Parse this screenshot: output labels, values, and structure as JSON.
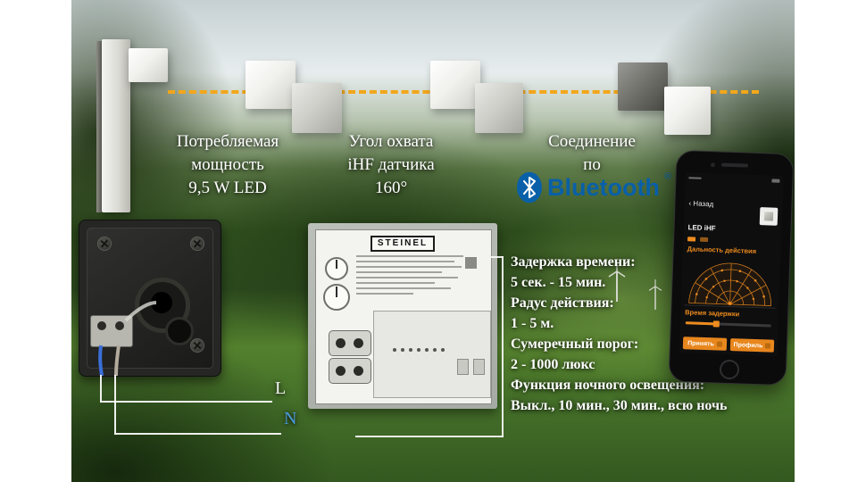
{
  "features": [
    {
      "line1": "Потребляемая",
      "line2": "мощность",
      "line3": "9,5 W LED"
    },
    {
      "line1": "Угол охвата",
      "line2": "iHF датчика",
      "line3": "160°"
    },
    {
      "line1": "Соединение",
      "line2": "по"
    }
  ],
  "bluetooth": {
    "wordmark": "Bluetooth",
    "registered": "®"
  },
  "module": {
    "brand": "STEINEL"
  },
  "wiring": {
    "live": "L",
    "neutral": "N"
  },
  "specs": {
    "lines": [
      "Задержка времени:",
      "5 сек. - 15 мин.",
      "Радус действия:",
      "1 - 5 м.",
      "Сумеречный порог:",
      "2 - 1000 люкс",
      "Функция ночного освещения:",
      "Выкл., 10 мин., 30 мин., всю ночь"
    ]
  },
  "phone": {
    "back_chevron": "‹",
    "back_label": "Назад",
    "device_label": "LED iHF",
    "range_title": "Дальность действия",
    "delay_title": "Время задержки",
    "apply_label": "Принять",
    "profile_label": "Профиль"
  },
  "colors": {
    "accent_orange": "#F2A71B",
    "app_orange": "#E8871E",
    "bluetooth_blue": "#0960A8"
  }
}
